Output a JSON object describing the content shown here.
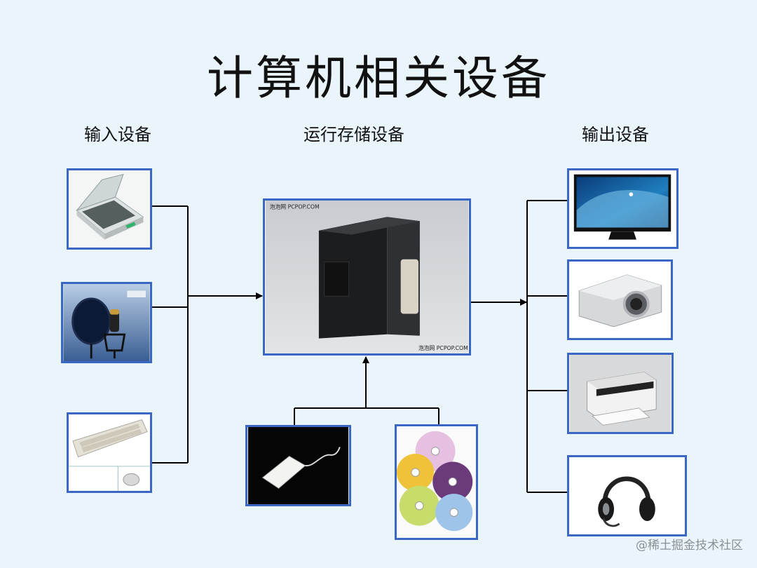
{
  "title": "计算机相关设备",
  "columns": {
    "input": "输入设备",
    "system": "运行存储设备",
    "output": "输出设备"
  },
  "devices": {
    "input": [
      "scanner-icon",
      "microphone-icon",
      "keyboard-mouse-icon"
    ],
    "system": [
      "desktop-tower-icon"
    ],
    "storage": [
      "external-drive-icon",
      "optical-discs-icon"
    ],
    "output": [
      "monitor-icon",
      "projector-icon",
      "printer-icon",
      "headset-icon"
    ]
  },
  "photo_captions": {
    "tower_top": "泡泡网 PCPOP.COM",
    "tower_bottom": "泡泡网 PCPOP.COM"
  },
  "watermark": "@稀土掘金技术社区",
  "colors": {
    "frame_border": "#3a66c4",
    "background": "#e9f4fb",
    "line": "#000000"
  }
}
